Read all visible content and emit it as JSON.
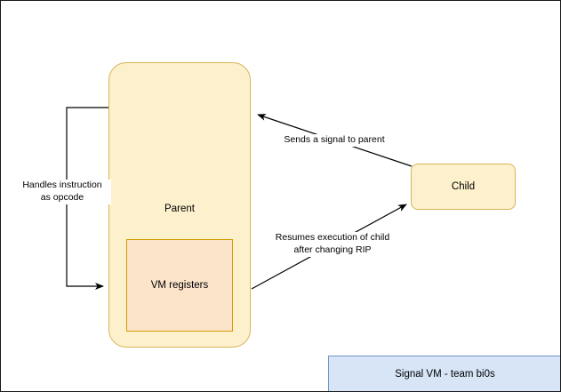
{
  "diagram": {
    "title_banner": "Signal VM  -    team bi0s",
    "nodes": [
      {
        "id": "parent",
        "label": "Parent"
      },
      {
        "id": "vm-registers",
        "label": "VM registers"
      },
      {
        "id": "child",
        "label": "Child"
      }
    ],
    "edges": [
      {
        "id": "self-loop",
        "label": "Handles instruction\nas opcode",
        "from": "parent",
        "to": "parent"
      },
      {
        "id": "signal-to-parent",
        "label": "Sends a signal to parent",
        "from": "child",
        "to": "parent"
      },
      {
        "id": "resume-child",
        "label": "Resumes execution of child\nafter changing RIP",
        "from": "parent",
        "to": "child"
      }
    ]
  },
  "colors": {
    "node_fill": "#fdf0cd",
    "node_stroke": "#d6b656",
    "inner_fill": "#fce4cb",
    "inner_stroke": "#d79b00",
    "banner_fill": "#d7e5f7",
    "banner_stroke": "#7094c9",
    "edge_stroke": "#000000",
    "canvas_bg": "#ffffff"
  }
}
